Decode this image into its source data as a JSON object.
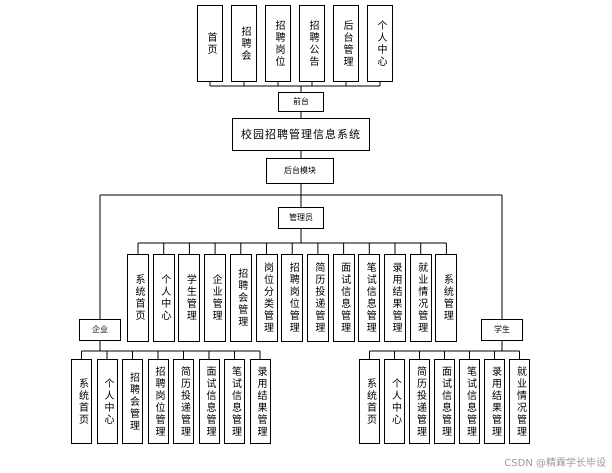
{
  "frontend_items": [
    "首页",
    "招聘会",
    "招聘岗位",
    "招聘公告",
    "后台管理",
    "个人中心"
  ],
  "frontend_label": "前台",
  "system_title": "校园招聘管理信息系统",
  "backend_label": "后台模块",
  "admin_label": "管理员",
  "admin_items": [
    "系统首页",
    "个人中心",
    "学生管理",
    "企业管理",
    "招聘会管理",
    "岗位分类管理",
    "招聘岗位管理",
    "简历投递管理",
    "面试信息管理",
    "笔试信息管理",
    "录用结果管理",
    "就业情况管理",
    "系统管理"
  ],
  "enterprise_label": "企业",
  "enterprise_items": [
    "系统首页",
    "个人中心",
    "招聘会管理",
    "招聘岗位管理",
    "简历投递管理",
    "面试信息管理",
    "笔试信息管理",
    "录用结果管理"
  ],
  "student_label": "学生",
  "student_items": [
    "系统首页",
    "个人中心",
    "简历投递管理",
    "面试信息管理",
    "笔试信息管理",
    "录用结果管理",
    "就业情况管理"
  ],
  "watermark": "CSDN @精霖学长毕设"
}
